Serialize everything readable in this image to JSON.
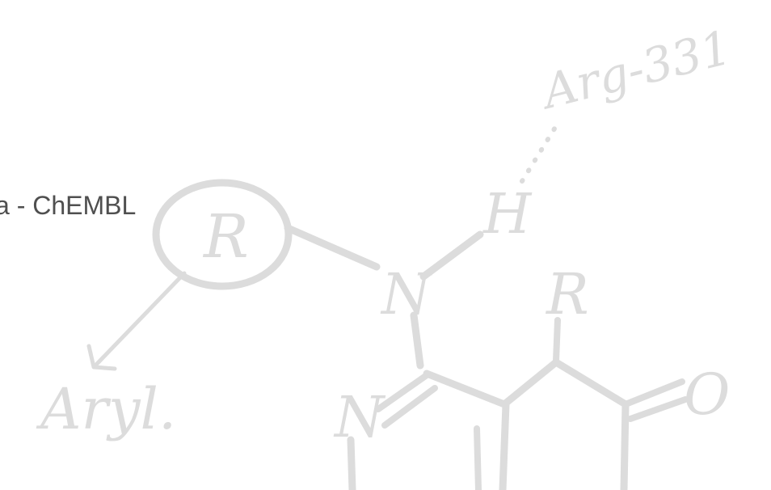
{
  "page": {
    "title_fragment": "a - ChEMBL"
  },
  "sketch": {
    "ink_color": "#dcdcdc",
    "labels": {
      "r_group": "R",
      "r_side": "R",
      "amine_n": "N",
      "ring_n": "N",
      "hydrogen": "H",
      "oxygen": "O",
      "residue": "Arg-331",
      "aryl": "Aryl."
    }
  }
}
